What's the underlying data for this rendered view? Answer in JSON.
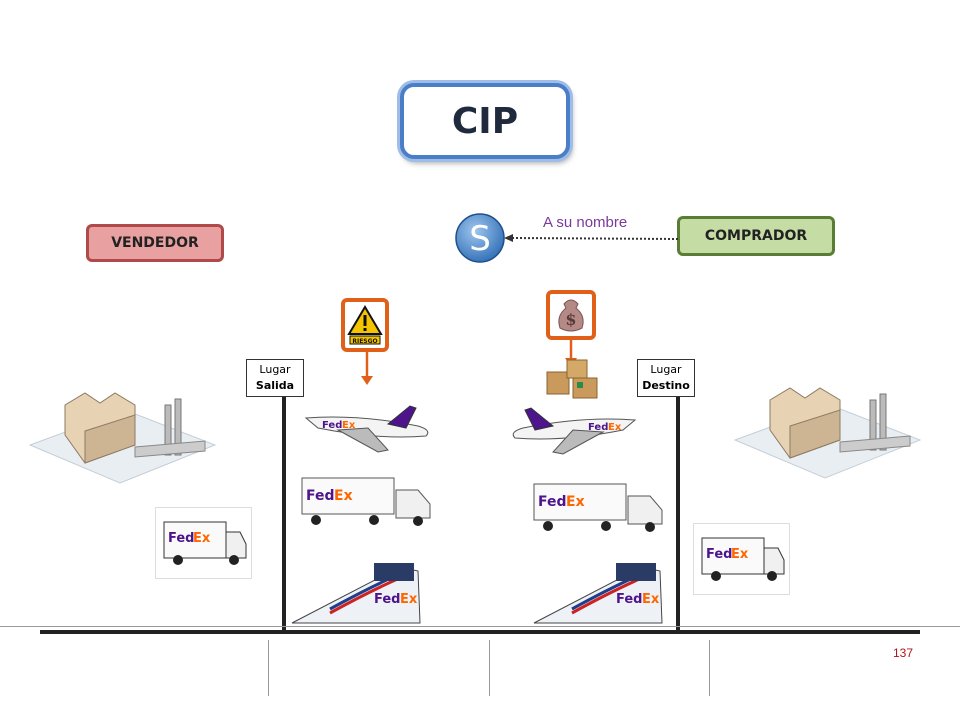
{
  "title": "CIP",
  "seller_label": "VENDEDOR",
  "buyer_label": "COMPRADOR",
  "insurance_note": "A su nombre",
  "insurance_symbol": "S",
  "risk_sign_text": "RIESGO",
  "origin": {
    "line1": "Lugar",
    "line2": "Salida"
  },
  "destination": {
    "line1": "Lugar",
    "line2": "Destino"
  },
  "brand_fed": "Fed",
  "brand_ex": "Ex",
  "page_number": "137",
  "colors": {
    "title_border": "#4a7fc8",
    "seller_fill": "#e8a0a0",
    "buyer_fill": "#c5dca5",
    "arrow_orange": "#e0601a",
    "fedex_purple": "#4d148c",
    "fedex_orange": "#ff6600"
  },
  "icons": [
    "factory-icon",
    "delivery-van-icon",
    "warning-sign-icon",
    "money-bag-icon",
    "boxes-icon",
    "airplane-icon",
    "truck-icon",
    "train-icon",
    "insurance-s-icon"
  ]
}
